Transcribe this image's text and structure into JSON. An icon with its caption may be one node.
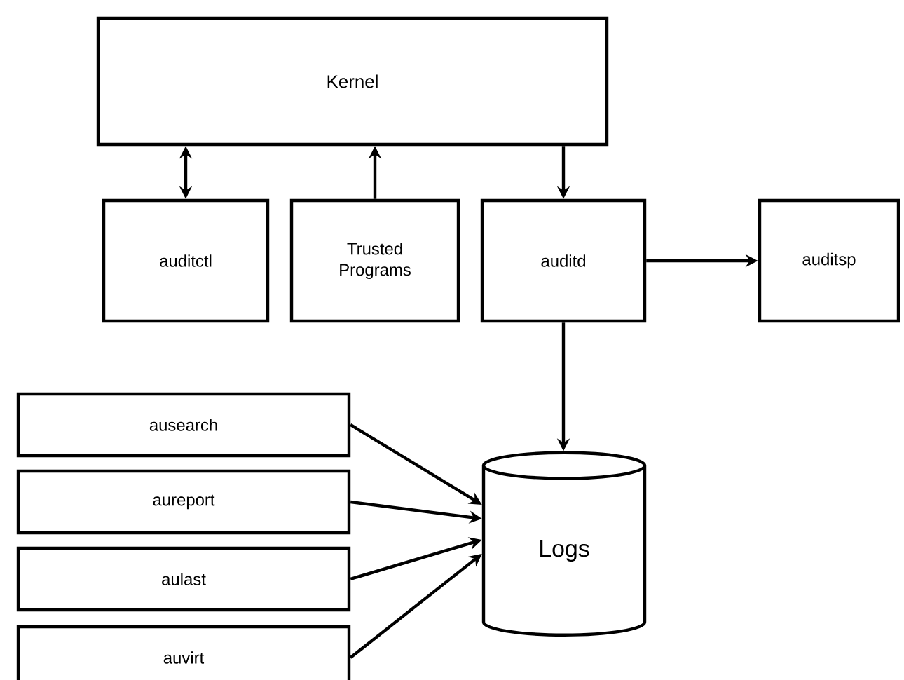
{
  "diagram": {
    "nodes": [
      {
        "text": [
          "Kernel"
        ]
      },
      {
        "text": [
          "auditctl"
        ]
      },
      {
        "text": [
          "Trusted Programs"
        ]
      },
      {
        "text": [
          "auditd"
        ]
      },
      {
        "text": [
          "auditsp"
        ]
      },
      {
        "text": [
          "Logs"
        ]
      },
      {
        "text": [
          "ausearch"
        ]
      },
      {
        "text": [
          "aureport"
        ]
      },
      {
        "text": [
          "aulast"
        ]
      },
      {
        "text": [
          "auvirt"
        ]
      }
    ],
    "edges": [
      {
        "from": 1,
        "to": 0,
        "arrow": "both"
      },
      {
        "from": 2,
        "to": 0,
        "arrow": "to"
      },
      {
        "from": 0,
        "to": 3,
        "arrow": "to"
      },
      {
        "from": 3,
        "to": 4,
        "arrow": "to"
      },
      {
        "from": 3,
        "to": 5,
        "arrow": "to"
      },
      {
        "from": 6,
        "to": 5,
        "arrow": "to"
      },
      {
        "from": 7,
        "to": 5,
        "arrow": "to"
      },
      {
        "from": 8,
        "to": 5,
        "arrow": "to"
      },
      {
        "from": 9,
        "to": 5,
        "arrow": "to"
      }
    ]
  }
}
